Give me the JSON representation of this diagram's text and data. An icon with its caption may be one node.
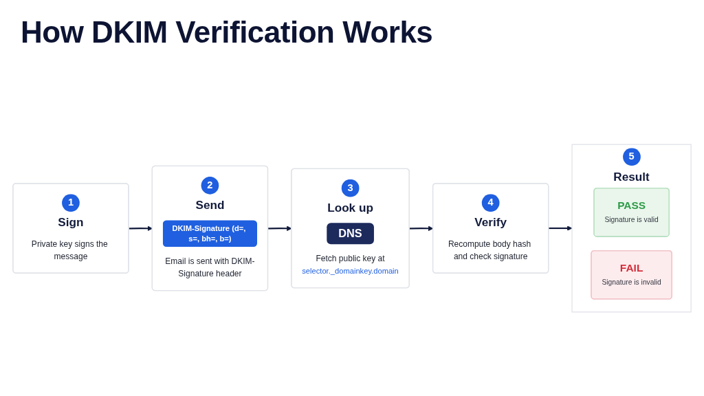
{
  "diagram": {
    "title": "How DKIM Verification Works",
    "nodes": [
      {
        "text": [
          "1",
          "Sign",
          "Private key signs the message"
        ]
      },
      {
        "text": [
          "2",
          "Send",
          "DKIM-Signature (d=, s=, bh=, b=)",
          "Email is sent with DKIM-Signature header"
        ]
      },
      {
        "text": [
          "3",
          "Look up",
          "DNS",
          "Fetch public key at",
          "selector._domainkey.domain"
        ]
      },
      {
        "text": [
          "4",
          "Verify",
          "Recompute body hash and check signature"
        ]
      },
      {
        "text": [
          "5",
          "Result"
        ]
      },
      {
        "text": [
          "PASS",
          "Signature is valid"
        ],
        "in": 4
      },
      {
        "text": [
          "FAIL",
          "Signature is invalid"
        ],
        "in": 4
      }
    ],
    "edges": [
      {
        "from": 0,
        "to": 1,
        "arrow": "to"
      },
      {
        "from": 1,
        "to": 2,
        "arrow": "to"
      },
      {
        "from": 2,
        "to": 3,
        "arrow": "to"
      },
      {
        "from": 3,
        "to": 4,
        "arrow": "to"
      }
    ]
  }
}
